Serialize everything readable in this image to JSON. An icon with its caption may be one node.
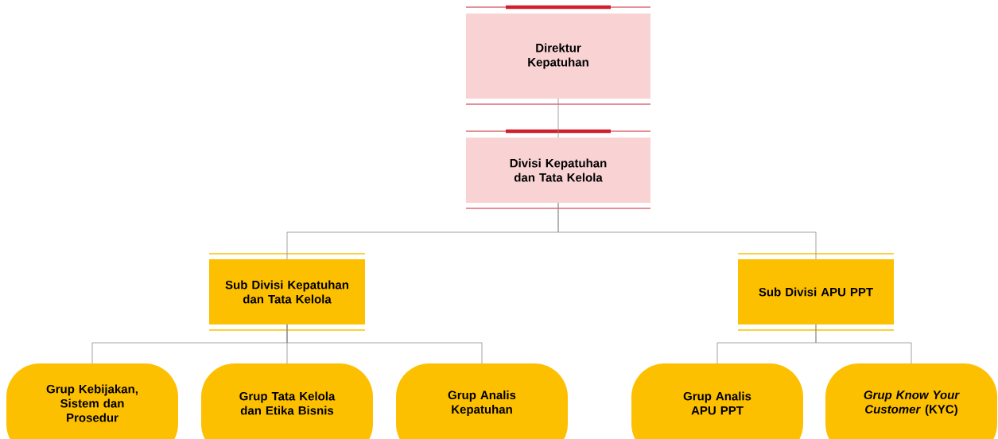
{
  "diagram": {
    "nodes": [
      {
        "text": [
          "Direktur Kepatuhan"
        ]
      },
      {
        "text": [
          "Divisi Kepatuhan dan Tata Kelola"
        ]
      },
      {
        "text": [
          "Sub Divisi Kepatuhan dan Tata Kelola"
        ]
      },
      {
        "text": [
          "Sub Divisi APU PPT"
        ]
      },
      {
        "text": [
          "Grup Kebijakan, Sistem dan Prosedur"
        ]
      },
      {
        "text": [
          "Grup Tata Kelola dan Etika Bisnis"
        ]
      },
      {
        "text": [
          "Grup Analis Kepatuhan"
        ]
      },
      {
        "text": [
          "Grup Analis APU PPT"
        ]
      },
      {
        "text": [
          "*Grup Know Your Customer* (KYC)"
        ]
      }
    ],
    "edges": [
      {
        "from": 0,
        "to": 1,
        "arrow": "none"
      },
      {
        "from": 1,
        "to": 2,
        "arrow": "none"
      },
      {
        "from": 1,
        "to": 3,
        "arrow": "none"
      },
      {
        "from": 2,
        "to": 4,
        "arrow": "none"
      },
      {
        "from": 2,
        "to": 5,
        "arrow": "none"
      },
      {
        "from": 2,
        "to": 6,
        "arrow": "none"
      },
      {
        "from": 3,
        "to": 7,
        "arrow": "none"
      },
      {
        "from": 3,
        "to": 8,
        "arrow": "none"
      }
    ]
  }
}
